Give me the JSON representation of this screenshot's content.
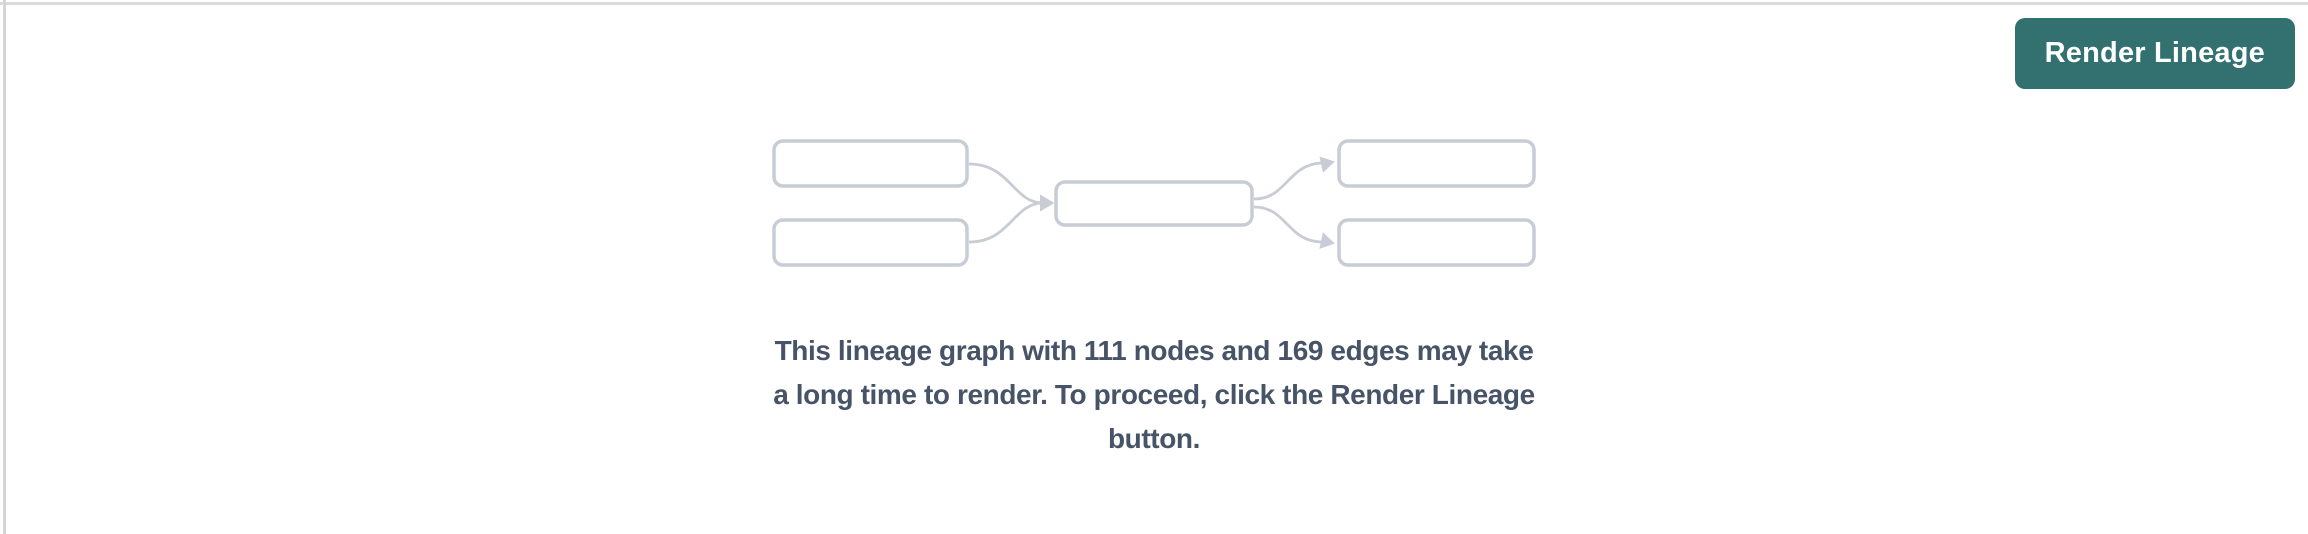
{
  "page": {
    "background_color": "#ffffff",
    "top_border_color": "#dadade",
    "left_border_color": "#d5d5d9"
  },
  "toolbar": {
    "render_button_label": "Render Lineage",
    "render_button_color": "#337170",
    "render_button_text_color": "#ffffff"
  },
  "placeholder": {
    "diagram": {
      "description": "lineage-graph-preview",
      "layout": "2-1-2 nodes with converging and diverging arrows",
      "node_fill_color": "#ffffff",
      "node_border_color": "#c7ccd5",
      "edge_color": "#c7ccd5"
    },
    "message": {
      "full_text": "This lineage graph with 111 nodes and 169 edges may take a long time to render. To proceed, click the Render Lineage button.",
      "lines": [
        "This lineage graph with 111 nodes and 169 edges may take",
        "a long time to render. To proceed, click the Render Lineage",
        "button."
      ],
      "text_color": "#475467"
    }
  }
}
